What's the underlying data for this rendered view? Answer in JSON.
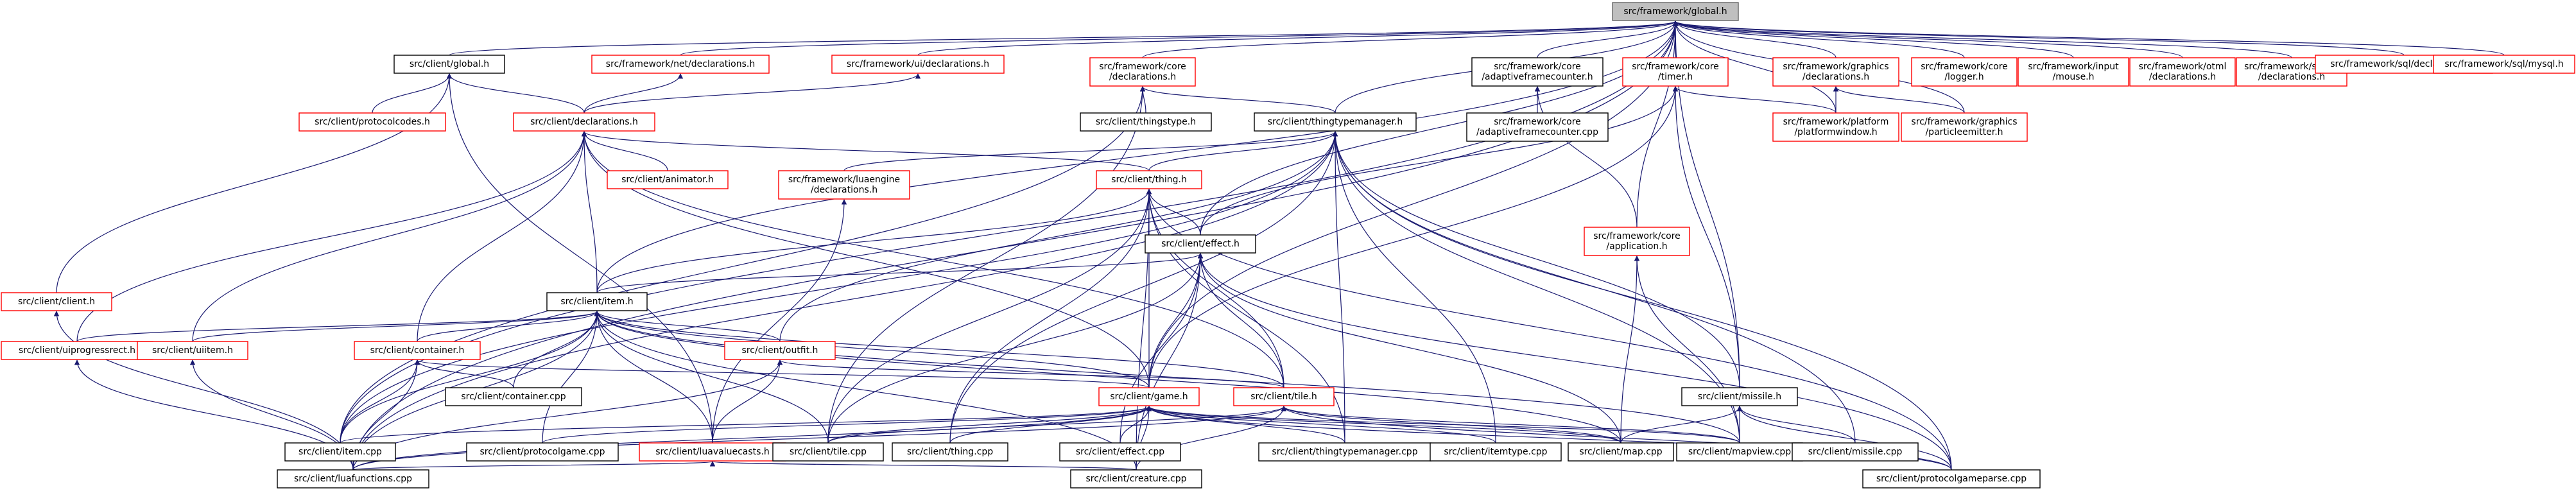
{
  "graph_title": "",
  "colors": {
    "edge": "#191970",
    "border_black": "#000000",
    "border_red": "#ff0000",
    "root_fill": "#bfbfbf",
    "node_fill": "#ffffff"
  },
  "nodes": [
    {
      "id": "global_h",
      "lines": [
        "src/framework/global.h"
      ],
      "border": "gray",
      "fill": "root"
    },
    {
      "id": "client_global_h",
      "lines": [
        "src/client/global.h"
      ],
      "border": "black"
    },
    {
      "id": "net_decl",
      "lines": [
        "src/framework/net/declarations.h"
      ],
      "border": "red"
    },
    {
      "id": "ui_decl",
      "lines": [
        "src/framework/ui/declarations.h"
      ],
      "border": "red"
    },
    {
      "id": "core_decl",
      "lines": [
        "src/framework/core",
        "/declarations.h"
      ],
      "border": "red"
    },
    {
      "id": "adaptive_h",
      "lines": [
        "src/framework/core",
        "/adaptiveframecounter.h"
      ],
      "border": "black"
    },
    {
      "id": "timer_h",
      "lines": [
        "src/framework/core",
        "/timer.h"
      ],
      "border": "red"
    },
    {
      "id": "graphics_decl",
      "lines": [
        "src/framework/graphics",
        "/declarations.h"
      ],
      "border": "red"
    },
    {
      "id": "logger_h",
      "lines": [
        "src/framework/core",
        "/logger.h"
      ],
      "border": "red"
    },
    {
      "id": "mouse_h",
      "lines": [
        "src/framework/input",
        "/mouse.h"
      ],
      "border": "red"
    },
    {
      "id": "otml_decl",
      "lines": [
        "src/framework/otml",
        "/declarations.h"
      ],
      "border": "red"
    },
    {
      "id": "sound_decl",
      "lines": [
        "src/framework/sound",
        "/declarations.h"
      ],
      "border": "red"
    },
    {
      "id": "sql_decl",
      "lines": [
        "src/framework/sql/declarations.h"
      ],
      "border": "red"
    },
    {
      "id": "mysql_h",
      "lines": [
        "src/framework/sql/mysql.h"
      ],
      "border": "red"
    },
    {
      "id": "protocolcodes_h",
      "lines": [
        "src/client/protocolcodes.h"
      ],
      "border": "red"
    },
    {
      "id": "client_decl",
      "lines": [
        "src/client/declarations.h"
      ],
      "border": "red"
    },
    {
      "id": "thingstype_h",
      "lines": [
        "src/client/thingstype.h"
      ],
      "border": "black"
    },
    {
      "id": "thingtypemanager_h",
      "lines": [
        "src/client/thingtypemanager.h"
      ],
      "border": "black"
    },
    {
      "id": "adaptive_cpp",
      "lines": [
        "src/framework/core",
        "/adaptiveframecounter.cpp"
      ],
      "border": "black"
    },
    {
      "id": "platform_h",
      "lines": [
        "src/framework/platform",
        "/platformwindow.h"
      ],
      "border": "red"
    },
    {
      "id": "particle_h",
      "lines": [
        "src/framework/graphics",
        "/particleemitter.h"
      ],
      "border": "red"
    },
    {
      "id": "animator_h",
      "lines": [
        "src/client/animator.h"
      ],
      "border": "red"
    },
    {
      "id": "luaengine_decl",
      "lines": [
        "src/framework/luaengine",
        "/declarations.h"
      ],
      "border": "red"
    },
    {
      "id": "thing_h",
      "lines": [
        "src/client/thing.h"
      ],
      "border": "red"
    },
    {
      "id": "application_h",
      "lines": [
        "src/framework/core",
        "/application.h"
      ],
      "border": "red"
    },
    {
      "id": "client_h",
      "lines": [
        "src/client/client.h"
      ],
      "border": "red"
    },
    {
      "id": "effect_h",
      "lines": [
        "src/client/effect.h"
      ],
      "border": "black"
    },
    {
      "id": "item_h",
      "lines": [
        "src/client/item.h"
      ],
      "border": "black"
    },
    {
      "id": "uiprogressrect_h",
      "lines": [
        "src/client/uiprogressrect.h"
      ],
      "border": "red"
    },
    {
      "id": "uiitem_h",
      "lines": [
        "src/client/uiitem.h"
      ],
      "border": "red"
    },
    {
      "id": "container_h",
      "lines": [
        "src/client/container.h"
      ],
      "border": "red"
    },
    {
      "id": "outfit_h",
      "lines": [
        "src/client/outfit.h"
      ],
      "border": "red"
    },
    {
      "id": "container_cpp",
      "lines": [
        "src/client/container.cpp"
      ],
      "border": "black"
    },
    {
      "id": "game_h",
      "lines": [
        "src/client/game.h"
      ],
      "border": "red"
    },
    {
      "id": "tile_h",
      "lines": [
        "src/client/tile.h"
      ],
      "border": "red"
    },
    {
      "id": "missile_h",
      "lines": [
        "src/client/missile.h"
      ],
      "border": "black"
    },
    {
      "id": "item_cpp",
      "lines": [
        "src/client/item.cpp"
      ],
      "border": "black"
    },
    {
      "id": "protocolgame_cpp",
      "lines": [
        "src/client/protocolgame.cpp"
      ],
      "border": "black"
    },
    {
      "id": "luavaluecasts_h",
      "lines": [
        "src/client/luavaluecasts.h"
      ],
      "border": "red"
    },
    {
      "id": "tile_cpp",
      "lines": [
        "src/client/tile.cpp"
      ],
      "border": "black"
    },
    {
      "id": "thing_cpp",
      "lines": [
        "src/client/thing.cpp"
      ],
      "border": "black"
    },
    {
      "id": "effect_cpp",
      "lines": [
        "src/client/effect.cpp"
      ],
      "border": "black"
    },
    {
      "id": "thingtypemanager_cpp",
      "lines": [
        "src/client/thingtypemanager.cpp"
      ],
      "border": "black"
    },
    {
      "id": "itemtype_cpp",
      "lines": [
        "src/client/itemtype.cpp"
      ],
      "border": "black"
    },
    {
      "id": "map_cpp",
      "lines": [
        "src/client/map.cpp"
      ],
      "border": "black"
    },
    {
      "id": "mapview_cpp",
      "lines": [
        "src/client/mapview.cpp"
      ],
      "border": "black"
    },
    {
      "id": "missile_cpp",
      "lines": [
        "src/client/missile.cpp"
      ],
      "border": "black"
    },
    {
      "id": "luafunctions_cpp",
      "lines": [
        "src/client/luafunctions.cpp"
      ],
      "border": "black"
    },
    {
      "id": "creature_cpp",
      "lines": [
        "src/client/creature.cpp"
      ],
      "border": "black"
    },
    {
      "id": "protocolgameparse_cpp",
      "lines": [
        "src/client/protocolgameparse.cpp"
      ],
      "border": "black"
    }
  ],
  "edges": [
    [
      "client_global_h",
      "global_h"
    ],
    [
      "net_decl",
      "global_h"
    ],
    [
      "ui_decl",
      "global_h"
    ],
    [
      "core_decl",
      "global_h"
    ],
    [
      "adaptive_h",
      "global_h"
    ],
    [
      "timer_h",
      "global_h"
    ],
    [
      "graphics_decl",
      "global_h"
    ],
    [
      "logger_h",
      "global_h"
    ],
    [
      "mouse_h",
      "global_h"
    ],
    [
      "otml_decl",
      "global_h"
    ],
    [
      "sound_decl",
      "global_h"
    ],
    [
      "sql_decl",
      "global_h"
    ],
    [
      "mysql_h",
      "global_h"
    ],
    [
      "thingtypemanager_h",
      "global_h"
    ],
    [
      "platform_h",
      "global_h"
    ],
    [
      "particle_h",
      "global_h"
    ],
    [
      "application_h",
      "global_h"
    ],
    [
      "effect_h",
      "global_h"
    ],
    [
      "item_h",
      "global_h"
    ],
    [
      "missile_h",
      "global_h"
    ],
    [
      "item_cpp",
      "global_h"
    ],
    [
      "luafunctions_cpp",
      "global_h"
    ],
    [
      "game_h",
      "global_h"
    ],
    [
      "protocolcodes_h",
      "client_global_h"
    ],
    [
      "client_decl",
      "client_global_h"
    ],
    [
      "client_h",
      "client_global_h"
    ],
    [
      "luavaluecasts_h",
      "client_global_h"
    ],
    [
      "client_decl",
      "net_decl"
    ],
    [
      "client_decl",
      "ui_decl"
    ],
    [
      "thingstype_h",
      "core_decl"
    ],
    [
      "thingtypemanager_h",
      "core_decl"
    ],
    [
      "item_cpp",
      "core_decl"
    ],
    [
      "tile_cpp",
      "core_decl"
    ],
    [
      "adaptive_cpp",
      "adaptive_h"
    ],
    [
      "application_h",
      "adaptive_h"
    ],
    [
      "platform_h",
      "timer_h"
    ],
    [
      "effect_h",
      "timer_h"
    ],
    [
      "missile_h",
      "timer_h"
    ],
    [
      "game_h",
      "timer_h"
    ],
    [
      "platform_h",
      "graphics_decl"
    ],
    [
      "particle_h",
      "graphics_decl"
    ],
    [
      "animator_h",
      "client_decl"
    ],
    [
      "thing_h",
      "client_decl"
    ],
    [
      "uiprogressrect_h",
      "client_decl"
    ],
    [
      "uiitem_h",
      "client_decl"
    ],
    [
      "container_h",
      "client_decl"
    ],
    [
      "game_h",
      "client_decl"
    ],
    [
      "tile_h",
      "client_decl"
    ],
    [
      "item_h",
      "client_decl"
    ],
    [
      "effect_h",
      "thing_h"
    ],
    [
      "item_h",
      "thing_h"
    ],
    [
      "tile_h",
      "thing_h"
    ],
    [
      "tile_cpp",
      "thing_h"
    ],
    [
      "thing_cpp",
      "thing_h"
    ],
    [
      "thingtypemanager_cpp",
      "thing_h"
    ],
    [
      "creature_cpp",
      "thing_h"
    ],
    [
      "game_h",
      "thing_h"
    ],
    [
      "thing_h",
      "thingtypemanager_h"
    ],
    [
      "luaengine_decl",
      "thingtypemanager_h"
    ],
    [
      "outfit_h",
      "thingtypemanager_h"
    ],
    [
      "item_cpp",
      "thingtypemanager_h"
    ],
    [
      "thing_cpp",
      "thingtypemanager_h"
    ],
    [
      "thingtypemanager_cpp",
      "thingtypemanager_h"
    ],
    [
      "itemtype_cpp",
      "thingtypemanager_h"
    ],
    [
      "mapview_cpp",
      "thingtypemanager_h"
    ],
    [
      "missile_cpp",
      "thingtypemanager_h"
    ],
    [
      "protocolgameparse_cpp",
      "thingtypemanager_h"
    ],
    [
      "luafunctions_cpp",
      "thingtypemanager_h"
    ],
    [
      "luavaluecasts_h",
      "luaengine_decl"
    ],
    [
      "item_h",
      "effect_h"
    ],
    [
      "game_h",
      "effect_h"
    ],
    [
      "tile_h",
      "effect_h"
    ],
    [
      "effect_cpp",
      "effect_h"
    ],
    [
      "map_cpp",
      "effect_h"
    ],
    [
      "tile_cpp",
      "effect_h"
    ],
    [
      "creature_cpp",
      "effect_h"
    ],
    [
      "protocolgameparse_cpp",
      "effect_h"
    ],
    [
      "uiprogressrect_h",
      "item_h"
    ],
    [
      "uiitem_h",
      "item_h"
    ],
    [
      "container_h",
      "item_h"
    ],
    [
      "outfit_h",
      "item_h"
    ],
    [
      "container_cpp",
      "item_h"
    ],
    [
      "game_h",
      "item_h"
    ],
    [
      "tile_h",
      "item_h"
    ],
    [
      "item_cpp",
      "item_h"
    ],
    [
      "protocolgame_cpp",
      "item_h"
    ],
    [
      "luavaluecasts_h",
      "item_h"
    ],
    [
      "tile_cpp",
      "item_h"
    ],
    [
      "map_cpp",
      "item_h"
    ],
    [
      "mapview_cpp",
      "item_h"
    ],
    [
      "luafunctions_cpp",
      "item_h"
    ],
    [
      "creature_cpp",
      "item_h"
    ],
    [
      "container_cpp",
      "container_h"
    ],
    [
      "game_h",
      "container_h"
    ],
    [
      "item_cpp",
      "container_h"
    ],
    [
      "luafunctions_cpp",
      "container_h"
    ],
    [
      "tile_h",
      "outfit_h"
    ],
    [
      "luavaluecasts_h",
      "outfit_h"
    ],
    [
      "luafunctions_cpp",
      "outfit_h"
    ],
    [
      "item_cpp",
      "game_h"
    ],
    [
      "protocolgame_cpp",
      "game_h"
    ],
    [
      "tile_cpp",
      "game_h"
    ],
    [
      "thing_cpp",
      "game_h"
    ],
    [
      "effect_cpp",
      "game_h"
    ],
    [
      "thingtypemanager_cpp",
      "game_h"
    ],
    [
      "itemtype_cpp",
      "game_h"
    ],
    [
      "map_cpp",
      "game_h"
    ],
    [
      "mapview_cpp",
      "game_h"
    ],
    [
      "creature_cpp",
      "game_h"
    ],
    [
      "protocolgameparse_cpp",
      "game_h"
    ],
    [
      "luafunctions_cpp",
      "game_h"
    ],
    [
      "tile_cpp",
      "tile_h"
    ],
    [
      "map_cpp",
      "tile_h"
    ],
    [
      "mapview_cpp",
      "tile_h"
    ],
    [
      "creature_cpp",
      "tile_h"
    ],
    [
      "protocolgameparse_cpp",
      "tile_h"
    ],
    [
      "luafunctions_cpp",
      "tile_h"
    ],
    [
      "map_cpp",
      "missile_h"
    ],
    [
      "mapview_cpp",
      "missile_h"
    ],
    [
      "missile_cpp",
      "missile_h"
    ],
    [
      "protocolgameparse_cpp",
      "missile_h"
    ],
    [
      "map_cpp",
      "application_h"
    ],
    [
      "mapview_cpp",
      "application_h"
    ],
    [
      "luafunctions_cpp",
      "client_h"
    ],
    [
      "luafunctions_cpp",
      "luavaluecasts_h"
    ],
    [
      "creature_cpp",
      "luavaluecasts_h"
    ],
    [
      "luafunctions_cpp",
      "uiitem_h"
    ],
    [
      "luafunctions_cpp",
      "uiprogressrect_h"
    ],
    [
      "protocolgameparse_cpp",
      "thing_h"
    ],
    [
      "missile_h",
      "thingtypemanager_h"
    ]
  ]
}
